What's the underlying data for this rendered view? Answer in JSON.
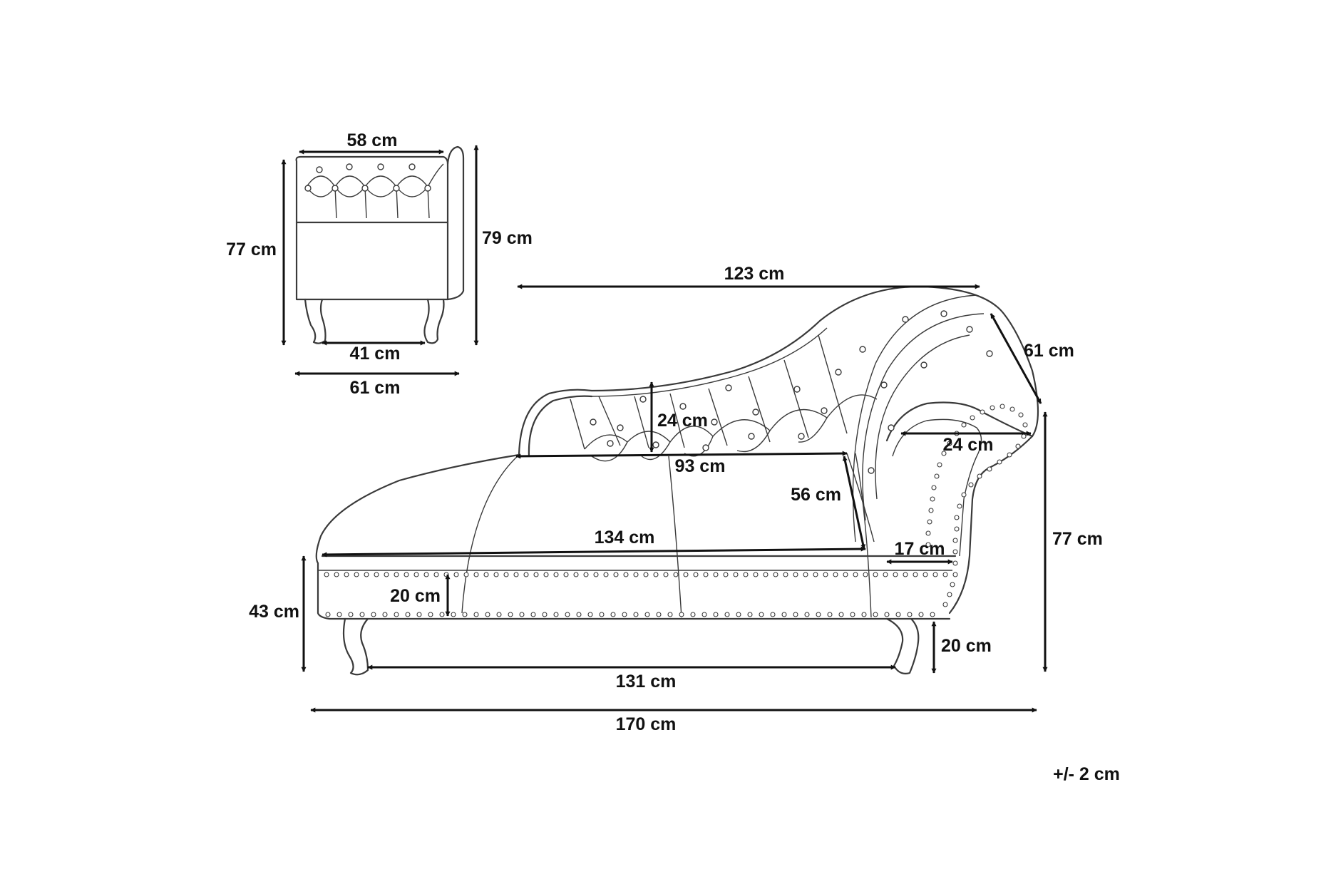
{
  "front_view": {
    "top_width": "58 cm",
    "height_inner": "77 cm",
    "height_total": "79 cm",
    "leg_spacing": "41 cm",
    "depth": "61 cm"
  },
  "side_view": {
    "backrest_length": "123 cm",
    "armrest_depth": "61 cm",
    "backrest_height": "24 cm",
    "backrest_width": "93 cm",
    "armrest_inner": "24 cm",
    "back_drop": "56 cm",
    "seat_length": "134 cm",
    "arm_offset": "17 cm",
    "total_height": "77 cm",
    "seat_height": "43 cm",
    "cushion_thickness": "20 cm",
    "leg_height": "20 cm",
    "leg_spacing": "131 cm",
    "total_length": "170 cm"
  },
  "tolerance": "+/- 2 cm"
}
